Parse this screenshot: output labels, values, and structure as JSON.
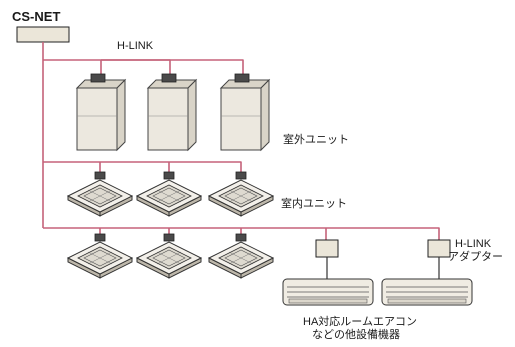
{
  "diagram": {
    "csnet_label": "CS-NET",
    "hlink_label": "H-LINK",
    "outdoor_unit_label": "室外ユニット",
    "indoor_unit_label": "室内ユニット",
    "adapter_label_line1": "H-LINK",
    "adapter_label_line2": "アダプター",
    "room_ac_label_line1": "HA対応ルームエアコン",
    "room_ac_label_line2": "などの他設備機器"
  },
  "colors": {
    "hlink_wire": "#c5627a",
    "unit_fill": "#ece8df"
  }
}
